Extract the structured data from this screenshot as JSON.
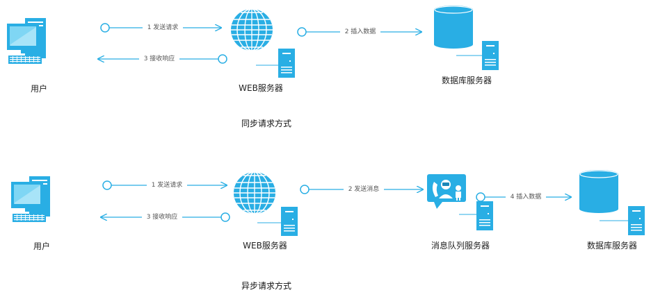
{
  "colors": {
    "accent": "#29aee4",
    "accent_dark": "#1b87b8",
    "screen": "#6fd0f2",
    "text": "#222222"
  },
  "sync": {
    "caption": "同步请求方式",
    "user_label": "用户",
    "web_label": "WEB服务器",
    "db_label": "数据库服务器",
    "edges": {
      "request": "1 发送请求",
      "response": "3 接收响应",
      "insert": "2 插入数据"
    }
  },
  "async": {
    "caption": "异步请求方式",
    "user_label": "用户",
    "web_label": "WEB服务器",
    "mq_label": "消息队列服务器",
    "db_label": "数据库服务器",
    "edges": {
      "request": "1 发送请求",
      "response": "3 接收响应",
      "send_message": "2 发送消息",
      "insert": "4 插入数据"
    }
  }
}
